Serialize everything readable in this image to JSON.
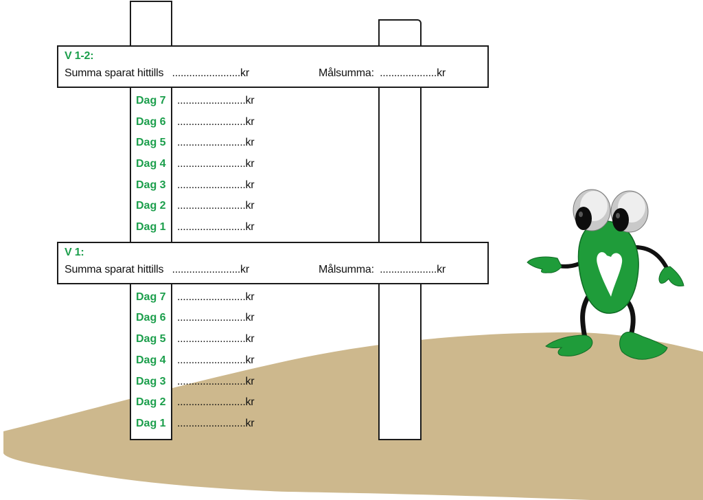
{
  "dots_long": "........................",
  "dots_short": "....................",
  "boards": [
    {
      "title": "V 1-2:",
      "saved_label": "Summa sparat hittills",
      "goal_label": "Målsumma:",
      "currency": "kr",
      "days": [
        "Dag 7",
        "Dag 6",
        "Dag 5",
        "Dag 4",
        "Dag 3",
        "Dag 2",
        "Dag 1"
      ]
    },
    {
      "title": "V 1:",
      "saved_label": "Summa sparat hittills",
      "goal_label": "Målsumma:",
      "currency": "kr",
      "days": [
        "Dag 7",
        "Dag 6",
        "Dag 5",
        "Dag 4",
        "Dag 3",
        "Dag 2",
        "Dag 1"
      ]
    }
  ],
  "colors": {
    "green": "#1b9e4b",
    "ground": "#cdb88d",
    "frog": "#1f9c3a"
  },
  "illustration": "frog-character"
}
